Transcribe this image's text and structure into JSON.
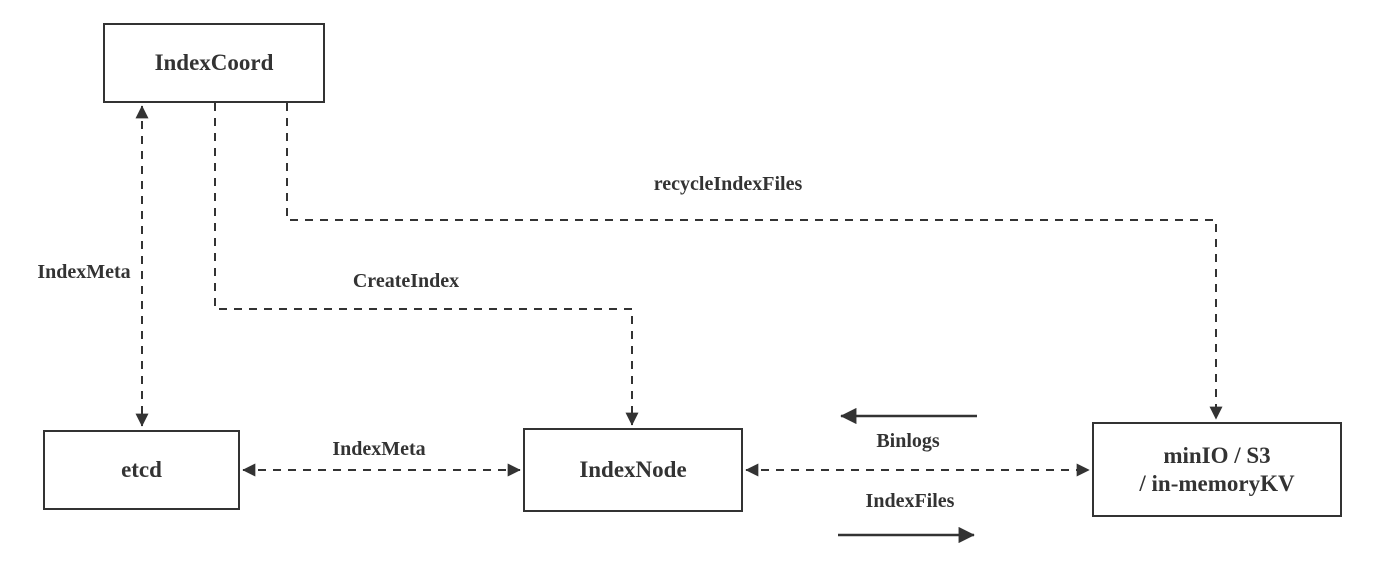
{
  "diagram": {
    "title": "index-building architecture diagram",
    "colors": {
      "line": "#333333",
      "text": "#333333",
      "node_border": "#333333",
      "background": "#ffffff"
    },
    "nodes": {
      "index_coord": {
        "label": "IndexCoord"
      },
      "etcd": {
        "label": "etcd"
      },
      "index_node": {
        "label": "IndexNode"
      },
      "storage": {
        "label_line1": "minIO / S3",
        "label_line2": "/ in-memoryKV"
      }
    },
    "edges": {
      "index_meta_vertical": {
        "label": "IndexMeta",
        "from": "IndexCoord",
        "to": "etcd",
        "style": "dashed",
        "direction": "both"
      },
      "create_index": {
        "label": "CreateIndex",
        "from": "IndexCoord",
        "to": "IndexNode",
        "style": "dashed",
        "direction": "to"
      },
      "recycle_index_files": {
        "label": "recycleIndexFiles",
        "from": "IndexCoord",
        "to": "storage",
        "style": "dashed",
        "direction": "to"
      },
      "index_meta_horizontal": {
        "label": "IndexMeta",
        "from": "etcd",
        "to": "IndexNode",
        "style": "dashed",
        "direction": "both"
      },
      "node_storage_link": {
        "label": "",
        "from": "IndexNode",
        "to": "storage",
        "style": "dashed",
        "direction": "both"
      },
      "binlogs": {
        "label": "Binlogs",
        "direction": "left",
        "style": "solid"
      },
      "index_files": {
        "label": "IndexFiles",
        "direction": "right",
        "style": "solid"
      }
    }
  }
}
